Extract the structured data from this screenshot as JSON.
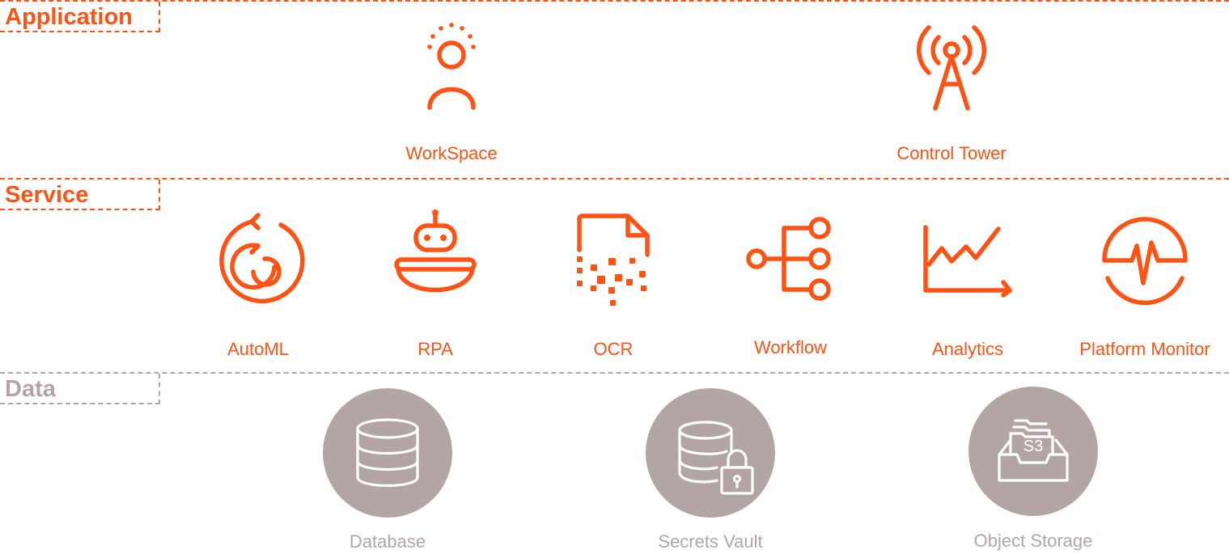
{
  "colors": {
    "accent": "#ff5215",
    "data_layer": "#b4a5a5",
    "background": "#ffffff"
  },
  "layers": {
    "application": {
      "title": "Application",
      "nodes": [
        {
          "label": "WorkSpace",
          "icon": "person-icon"
        },
        {
          "label": "Control Tower",
          "icon": "antenna-tower-icon"
        }
      ]
    },
    "service": {
      "title": "Service",
      "nodes": [
        {
          "label": "AutoML",
          "icon": "cycle-icon"
        },
        {
          "label": "RPA",
          "icon": "robot-icon"
        },
        {
          "label": "OCR",
          "icon": "scanned-document-icon"
        },
        {
          "label": "Workflow",
          "icon": "workflow-tree-icon"
        },
        {
          "label": "Analytics",
          "icon": "line-chart-icon"
        },
        {
          "label": "Platform Monitor",
          "icon": "heartbeat-monitor-icon"
        }
      ]
    },
    "data": {
      "title": "Data",
      "nodes": [
        {
          "label": "Database",
          "icon": "database-icon"
        },
        {
          "label": "Secrets Vault",
          "icon": "database-lock-icon"
        },
        {
          "label": "Object Storage",
          "icon": "s3-bucket-icon"
        }
      ]
    }
  }
}
